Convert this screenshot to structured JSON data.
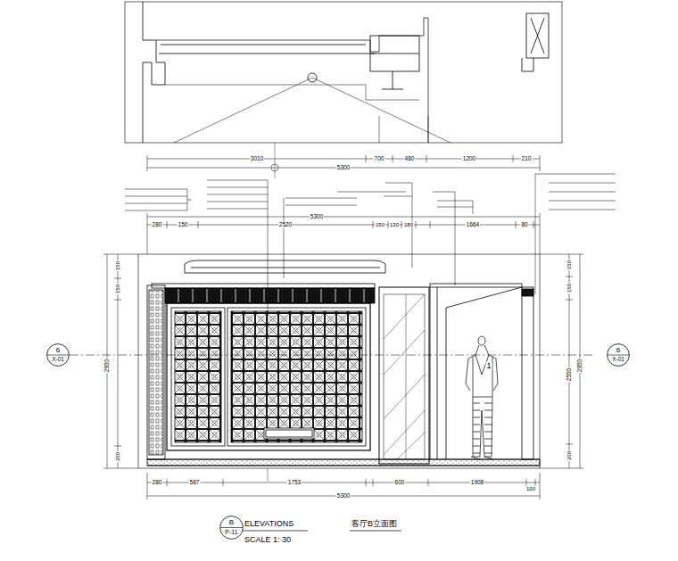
{
  "diagram": {
    "title": "客厅B立面图",
    "nodes": [
      {
        "text": [
          "B",
          "P-11"
        ]
      },
      {
        "text": [
          "6",
          "X-01"
        ]
      },
      {
        "text": [
          "6",
          "X-01"
        ]
      }
    ],
    "labels": [
      "ELEVATIONS",
      "SCALE 1: 30",
      "1",
      "3010",
      "700",
      "480",
      "1200",
      "210",
      "5300",
      "5300",
      "280",
      "150",
      "2520",
      "150",
      "130",
      "180",
      "1664",
      "80",
      "280",
      "587",
      "1753",
      "600",
      "1908",
      "100",
      "5300",
      "2950",
      "150",
      "150",
      "200",
      "2950",
      "150",
      "150",
      "2550",
      "200"
    ]
  }
}
